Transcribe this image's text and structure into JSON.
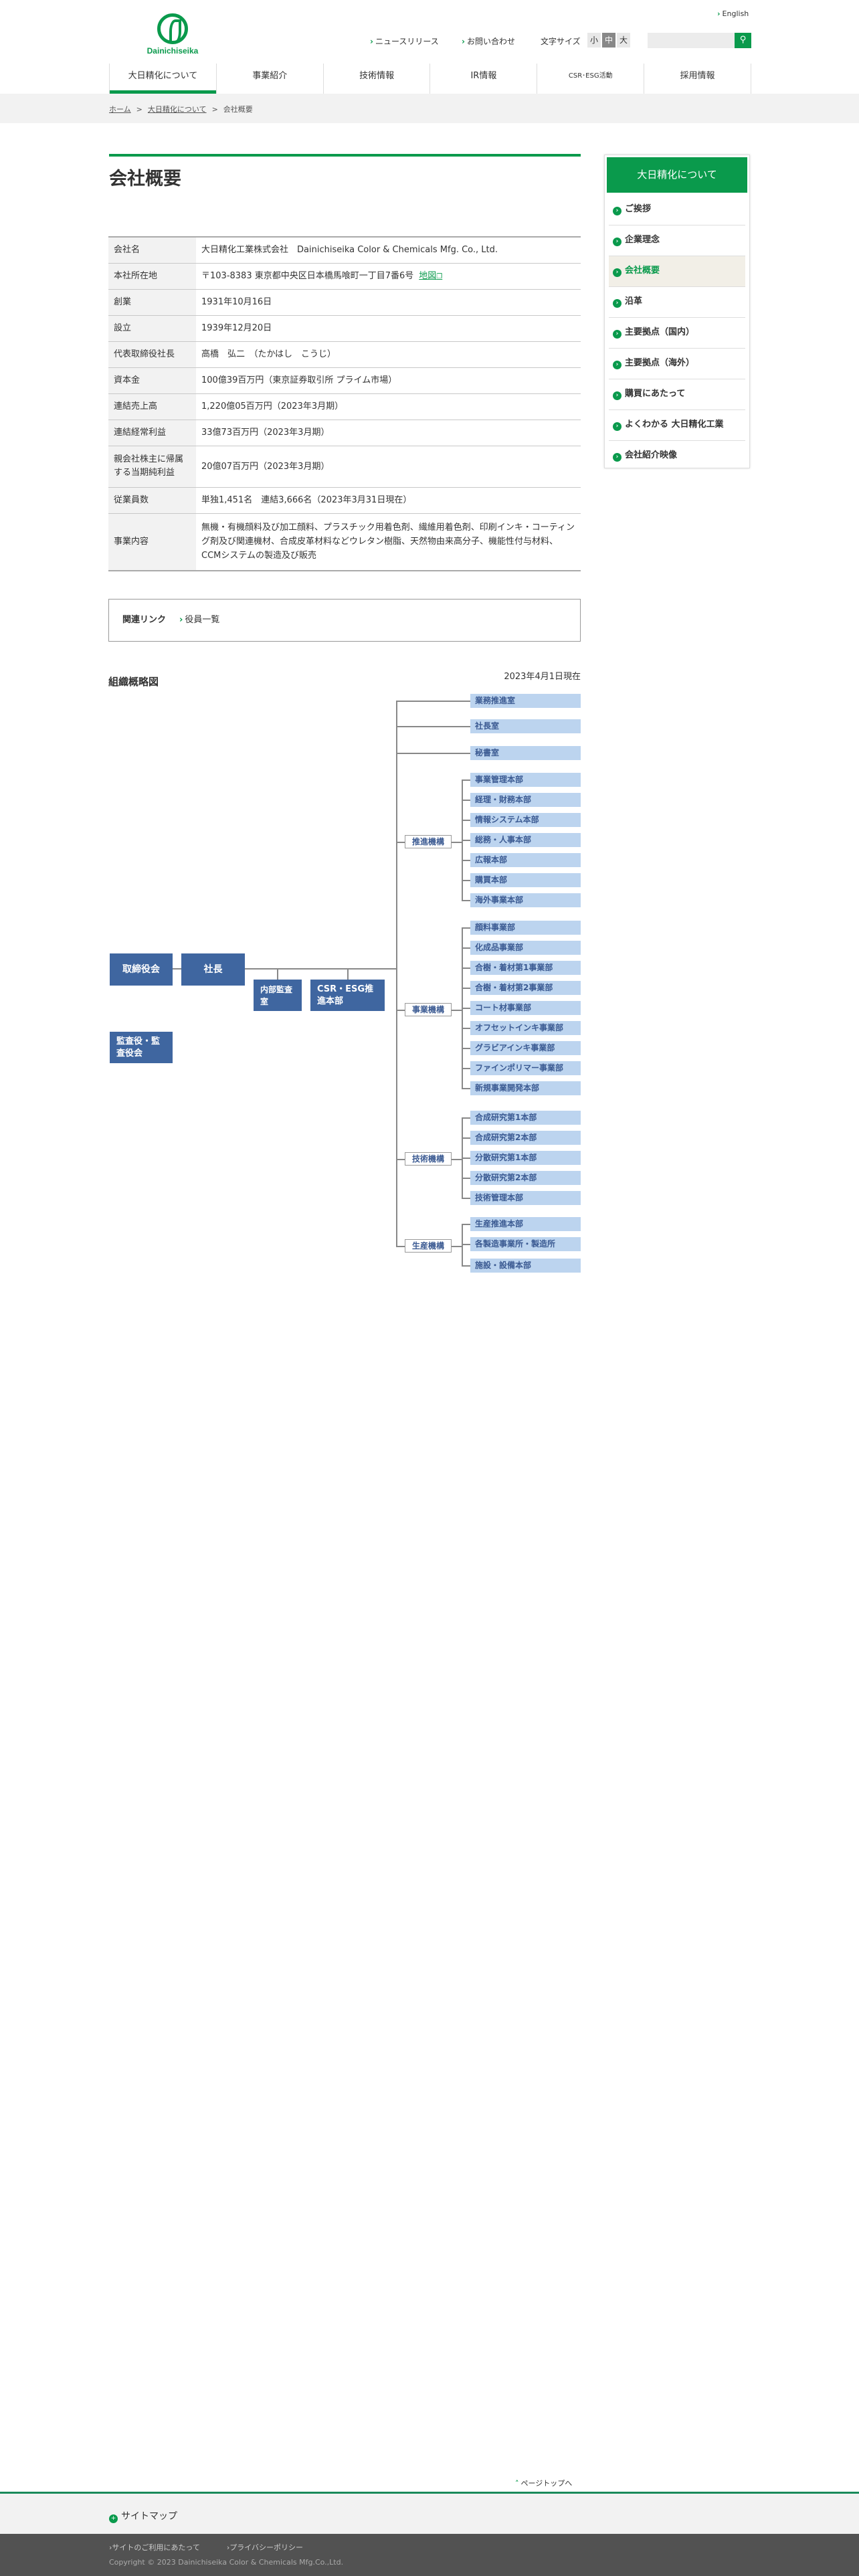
{
  "header": {
    "logo_text": "Dainichiseika",
    "english": "English",
    "news": "ニュースリリース",
    "contact": "お問い合わせ",
    "font_size_label": "文字サイズ",
    "font_sizes": [
      "小",
      "中",
      "大"
    ],
    "search_placeholder": ""
  },
  "nav": [
    "大日精化について",
    "事業紹介",
    "技術情報",
    "IR情報",
    "CSR･ESG活動",
    "採用情報"
  ],
  "breadcrumb": [
    "ホーム",
    "大日精化について",
    "会社概要"
  ],
  "page_title": "会社概要",
  "info_table": [
    {
      "label": "会社名",
      "value": "大日精化工業株式会社　Dainichiseika Color & Chemicals Mfg. Co., Ltd."
    },
    {
      "label": "本社所在地",
      "value": "〒103-8383 東京都中央区日本橋馬喰町一丁目7番6号",
      "link": "地図"
    },
    {
      "label": "創業",
      "value": "1931年10月16日"
    },
    {
      "label": "設立",
      "value": "1939年12月20日"
    },
    {
      "label": "代表取締役社長",
      "value": "高橋　弘二　（たかはし　こうじ）"
    },
    {
      "label": "資本金",
      "value": "100億39百万円（東京証券取引所 プライム市場）"
    },
    {
      "label": "連結売上高",
      "value": "1,220億05百万円（2023年3月期）"
    },
    {
      "label": "連結経常利益",
      "value": "33億73百万円（2023年3月期）"
    },
    {
      "label": "親会社株主に帰属する当期純利益",
      "value": "20億07百万円（2023年3月期）"
    },
    {
      "label": "従業員数",
      "value": "単独1,451名　連結3,666名（2023年3月31日現在）"
    },
    {
      "label": "事業内容",
      "value": "無機・有機顔料及び加工顔料、プラスチック用着色剤、繊維用着色剤、印刷インキ・コーティング剤及び関連機材、合成皮革材料などウレタン樹脂、天然物由来高分子、機能性付与材料、CCMシステムの製造及び販売"
    }
  ],
  "sidebar": {
    "title": "大日精化について",
    "items": [
      "ご挨拶",
      "企業理念",
      "会社概要",
      "沿革",
      "主要拠点（国内）",
      "主要拠点（海外）",
      "購買にあたって",
      "よくわかる 大日精化工業",
      "会社紹介映像"
    ],
    "current": 2
  },
  "related": {
    "label": "関連リンク",
    "link": "役員一覧"
  },
  "org": {
    "title": "組織概略図",
    "date": "2023年4月1日現在",
    "board": "取締役会",
    "president": "社長",
    "audit_office": "内部監査室",
    "csr": "CSR・ESG推進本部",
    "auditors": "監査役・監査役会",
    "direct": [
      "業務推進室",
      "社長室",
      "秘書室"
    ],
    "groups": [
      {
        "name": "推進機構",
        "units": [
          "事業管理本部",
          "経理・財務本部",
          "情報システム本部",
          "総務・人事本部",
          "広報本部",
          "購買本部",
          "海外事業本部"
        ]
      },
      {
        "name": "事業機構",
        "units": [
          "顔料事業部",
          "化成品事業部",
          "合樹・着材第1事業部",
          "合樹・着材第2事業部",
          "コート材事業部",
          "オフセットインキ事業部",
          "グラビアインキ事業部",
          "ファインポリマー事業部",
          "新規事業開発本部"
        ]
      },
      {
        "name": "技術機構",
        "units": [
          "合成研究第1本部",
          "合成研究第2本部",
          "分散研究第1本部",
          "分散研究第2本部",
          "技術管理本部"
        ]
      },
      {
        "name": "生産機構",
        "units": [
          "生産推進本部",
          "各製造事業所・製造所",
          "施設・設備本部"
        ]
      }
    ]
  },
  "footer": {
    "pagetop": "ページトップへ",
    "sitemap": "サイトマップ",
    "links": [
      "サイトのご利用にあたって",
      "プライバシーポリシー"
    ],
    "copyright": "Copyright © 2023 Dainichiseika Color & Chemicals Mfg.Co.,Ltd."
  }
}
